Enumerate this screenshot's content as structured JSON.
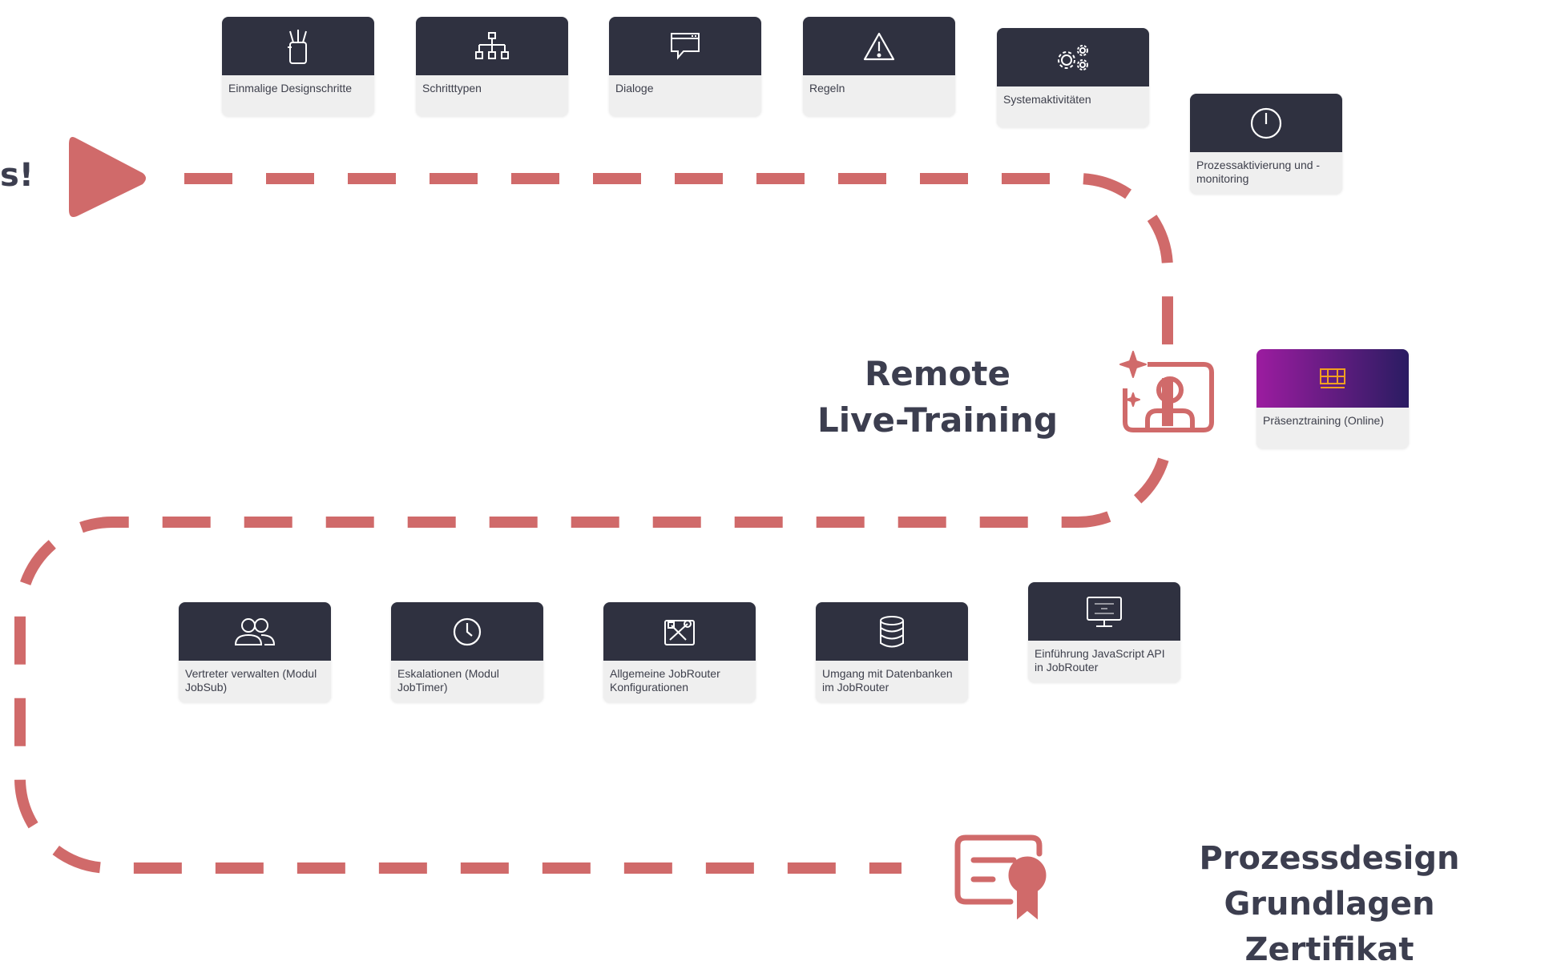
{
  "accent_color": "#d06a6a",
  "card_dark_color": "#2f3140",
  "card_light_color": "#efefef",
  "training_gradient": [
    "#9c1ca0",
    "#2a1c62"
  ],
  "start_text": "s!",
  "remote": {
    "line1": "Remote",
    "line2": "Live-Training"
  },
  "certificate": {
    "line1": "Prozessdesign Grundlagen",
    "line2": "Zertifikat"
  },
  "modules": [
    {
      "label": "Einmalige Designschritte",
      "icon": "pencil-cup-icon"
    },
    {
      "label": "Schritttypen",
      "icon": "hierarchy-icon"
    },
    {
      "label": "Dialoge",
      "icon": "dialog-icon"
    },
    {
      "label": "Regeln",
      "icon": "warning-icon"
    },
    {
      "label": "Systemaktivitäten",
      "icon": "gears-icon"
    },
    {
      "label": "Prozessaktivierung und -monitoring",
      "icon": "power-icon"
    },
    {
      "label": "Präsenztraining (Online)",
      "icon": "classroom-icon"
    },
    {
      "label": "Vertreter verwalten (Modul JobSub)",
      "icon": "users-icon"
    },
    {
      "label": "Eskalationen (Modul JobTimer)",
      "icon": "clock-icon"
    },
    {
      "label": "Allgemeine JobRouter Konfigurationen",
      "icon": "tools-icon"
    },
    {
      "label": "Umgang mit Datenbanken im JobRouter",
      "icon": "database-icon"
    },
    {
      "label": "Einführung JavaScript API in JobRouter",
      "icon": "monitor-code-icon"
    }
  ]
}
